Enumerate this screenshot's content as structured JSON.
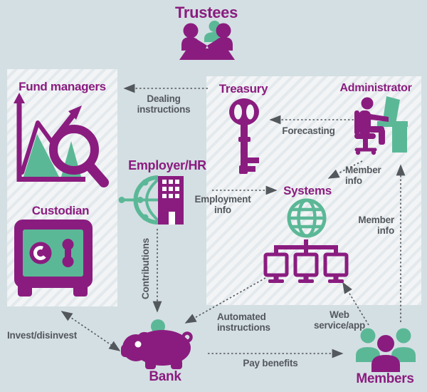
{
  "colors": {
    "purple": "#8A1C7F",
    "teal": "#5BB897",
    "background": "#D4DFE3",
    "label_gray": "#53585D",
    "hatch_light": "#F2F4F6",
    "hatch_stripe": "#E3E9EC"
  },
  "title": "Trustees",
  "nodes": {
    "trustees": {
      "label": "Trustees",
      "icon": "meeting-table-icon"
    },
    "fund_managers": {
      "label": "Fund managers",
      "icon": "chart-magnifier-icon"
    },
    "custodian": {
      "label": "Custodian",
      "icon": "safe-icon"
    },
    "treasury": {
      "label": "Treasury",
      "icon": "key-icon"
    },
    "administrator": {
      "label": "Administrator",
      "icon": "person-at-desk-icon"
    },
    "employer_hr": {
      "label": "Employer/HR",
      "icon": "globe-building-icon"
    },
    "systems": {
      "label": "Systems",
      "icon": "globe-network-icon"
    },
    "bank": {
      "label": "Bank",
      "icon": "piggy-bank-icon"
    },
    "members": {
      "label": "Members",
      "icon": "people-group-icon"
    }
  },
  "flows": {
    "dealing_instructions": {
      "label": "Dealing\ninstructions",
      "from": "Treasury",
      "to": "Fund managers"
    },
    "forecasting": {
      "label": "Forecasting",
      "from": "Administrator",
      "to": "Treasury"
    },
    "employment_info": {
      "label": "Employment\ninfo",
      "from": "Employer/HR",
      "to": "Systems"
    },
    "member_info_admin_to_systems": {
      "label": "Member\ninfo",
      "from": "Administrator",
      "to": "Systems"
    },
    "member_info_members_to_admin": {
      "label": "Member\ninfo",
      "from": "Members",
      "to": "Administrator"
    },
    "contributions": {
      "label": "Contributions",
      "from": "Employer/HR",
      "to": "Bank"
    },
    "invest_disinvest": {
      "label": "Invest/disinvest",
      "from": "Custodian",
      "to": "Bank",
      "bidirectional": true
    },
    "automated_instructions": {
      "label": "Automated\ninstructions",
      "from": "Systems",
      "to": "Bank"
    },
    "web_service_app": {
      "label": "Web\nservice/app",
      "from": "Members",
      "to": "Systems"
    },
    "pay_benefits": {
      "label": "Pay benefits",
      "from": "Bank",
      "to": "Members"
    }
  }
}
